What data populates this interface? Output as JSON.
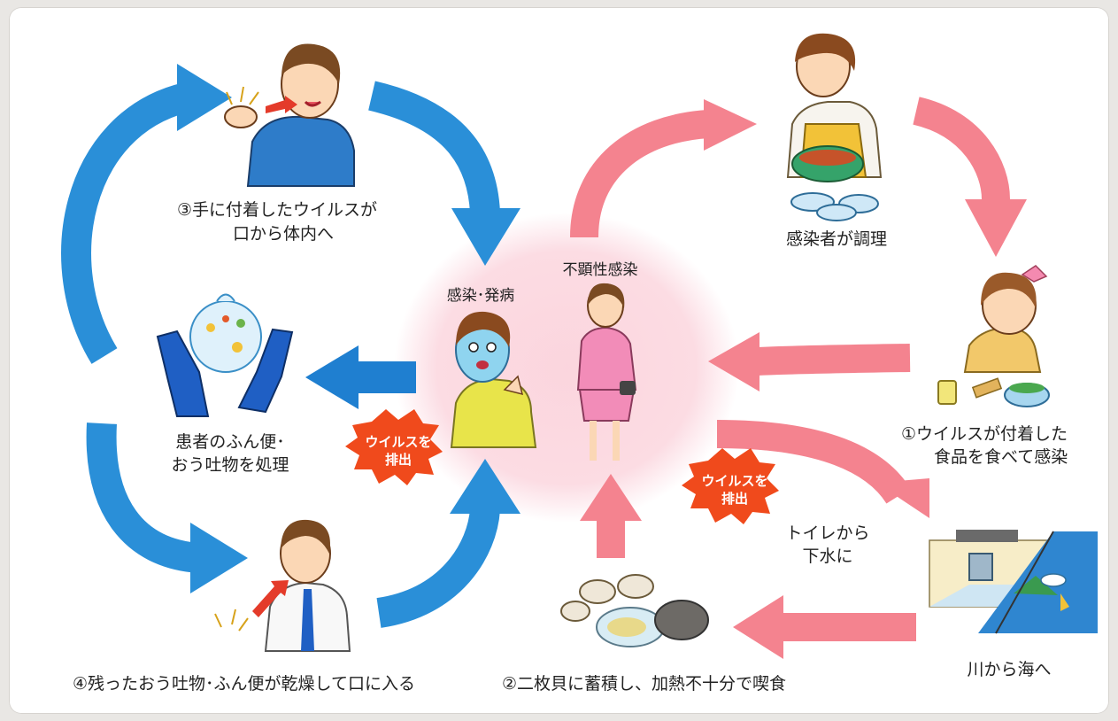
{
  "labels": {
    "hand_to_mouth_l1": "③手に付着したウイルスが",
    "hand_to_mouth_l2": "口から体内へ",
    "cook": "感染者が調理",
    "food_l1": "①ウイルスが付着した",
    "food_l2": "食品を食べて感染",
    "infection": "感染･発病",
    "asymptomatic": "不顕性感染",
    "handle_l1": "患者のふん便･",
    "handle_l2": "おう吐物を処理",
    "toilet_l1": "トイレから",
    "toilet_l2": "下水に",
    "river": "川から海へ",
    "dried": "④残ったおう吐物･ふん便が乾燥して口に入る",
    "shellfish": "②二枚貝に蓄積し、加熱不十分で喫食"
  },
  "bursts": [
    {
      "line1": "ウイルスを",
      "line2": "排出"
    },
    {
      "line1": "ウイルスを",
      "line2": "排出"
    }
  ],
  "colors": {
    "blue_arrow": "#2a8fd8",
    "pink_arrow": "#f4838f",
    "center_glow": "#fbd3dc",
    "burst": "#f04a1c"
  }
}
